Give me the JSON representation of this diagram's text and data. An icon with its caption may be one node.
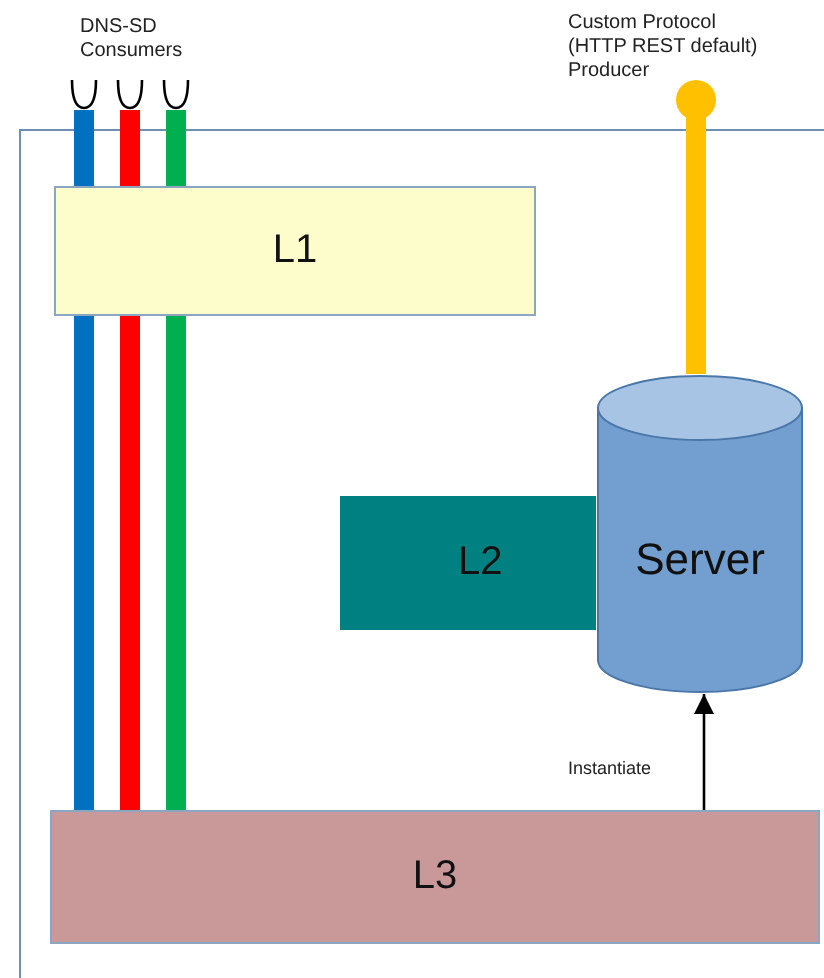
{
  "diagram": {
    "nodes": [
      {
        "text": [
          "L1"
        ]
      },
      {
        "text": [
          "L2"
        ]
      },
      {
        "text": [
          "Server"
        ]
      },
      {
        "text": [
          "L3"
        ]
      },
      {
        "text": [],
        "shape": "socket"
      },
      {
        "text": [],
        "shape": "socket"
      },
      {
        "text": [],
        "shape": "socket"
      },
      {
        "text": [],
        "shape": "circle",
        "beside": [
          "Custom Protocol (HTTP REST default) Producer"
        ]
      }
    ],
    "edges": [
      {
        "from": 0,
        "to": 4,
        "arrow": "none",
        "color": "#0070c0"
      },
      {
        "from": 0,
        "to": 5,
        "arrow": "none",
        "color": "#ff0000"
      },
      {
        "from": 0,
        "to": 6,
        "arrow": "none",
        "color": "#00b050"
      },
      {
        "from": 3,
        "to": 0,
        "arrow": "none",
        "color": "#0070c0"
      },
      {
        "from": 3,
        "to": 0,
        "arrow": "none",
        "color": "#ff0000"
      },
      {
        "from": 3,
        "to": 0,
        "arrow": "none",
        "color": "#00b050"
      },
      {
        "from": 2,
        "to": 7,
        "arrow": "none",
        "color": "#ffc000"
      },
      {
        "from": 3,
        "to": 2,
        "arrow": "to",
        "label": "Instantiate",
        "color": "#000000"
      }
    ],
    "labels": [
      "DNS-SD Consumers"
    ]
  }
}
